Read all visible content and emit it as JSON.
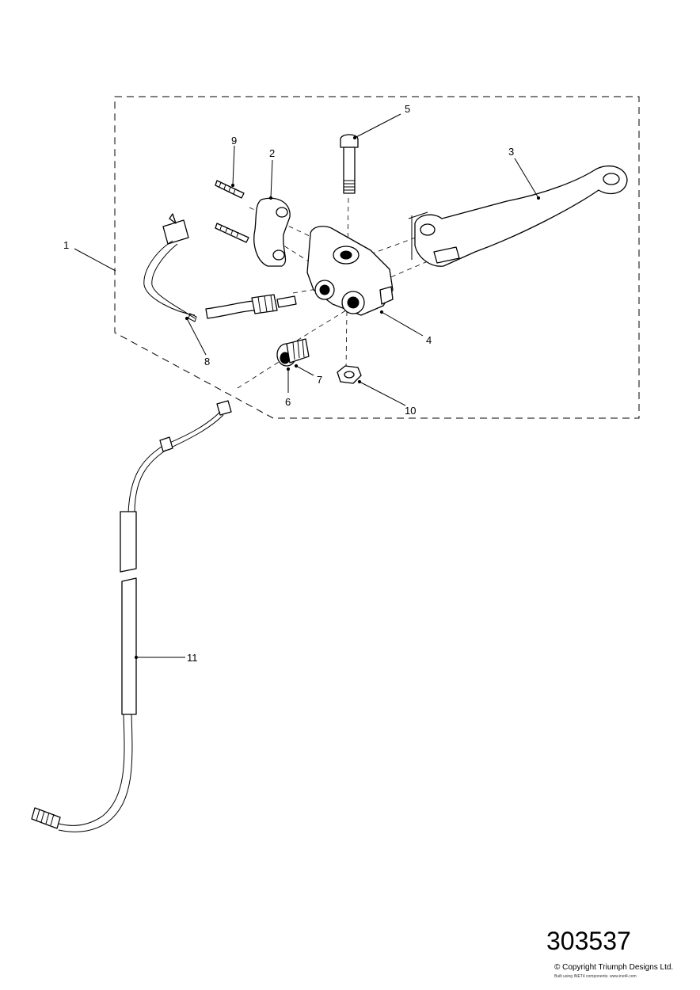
{
  "diagram": {
    "callouts": [
      "1",
      "2",
      "3",
      "4",
      "5",
      "6",
      "7",
      "8",
      "9",
      "10",
      "11"
    ],
    "drawing_number": "303537",
    "copyright": "© Copyright Triumph Designs Ltd.",
    "credit": "Built using INET4 components. www.inet4.com"
  }
}
